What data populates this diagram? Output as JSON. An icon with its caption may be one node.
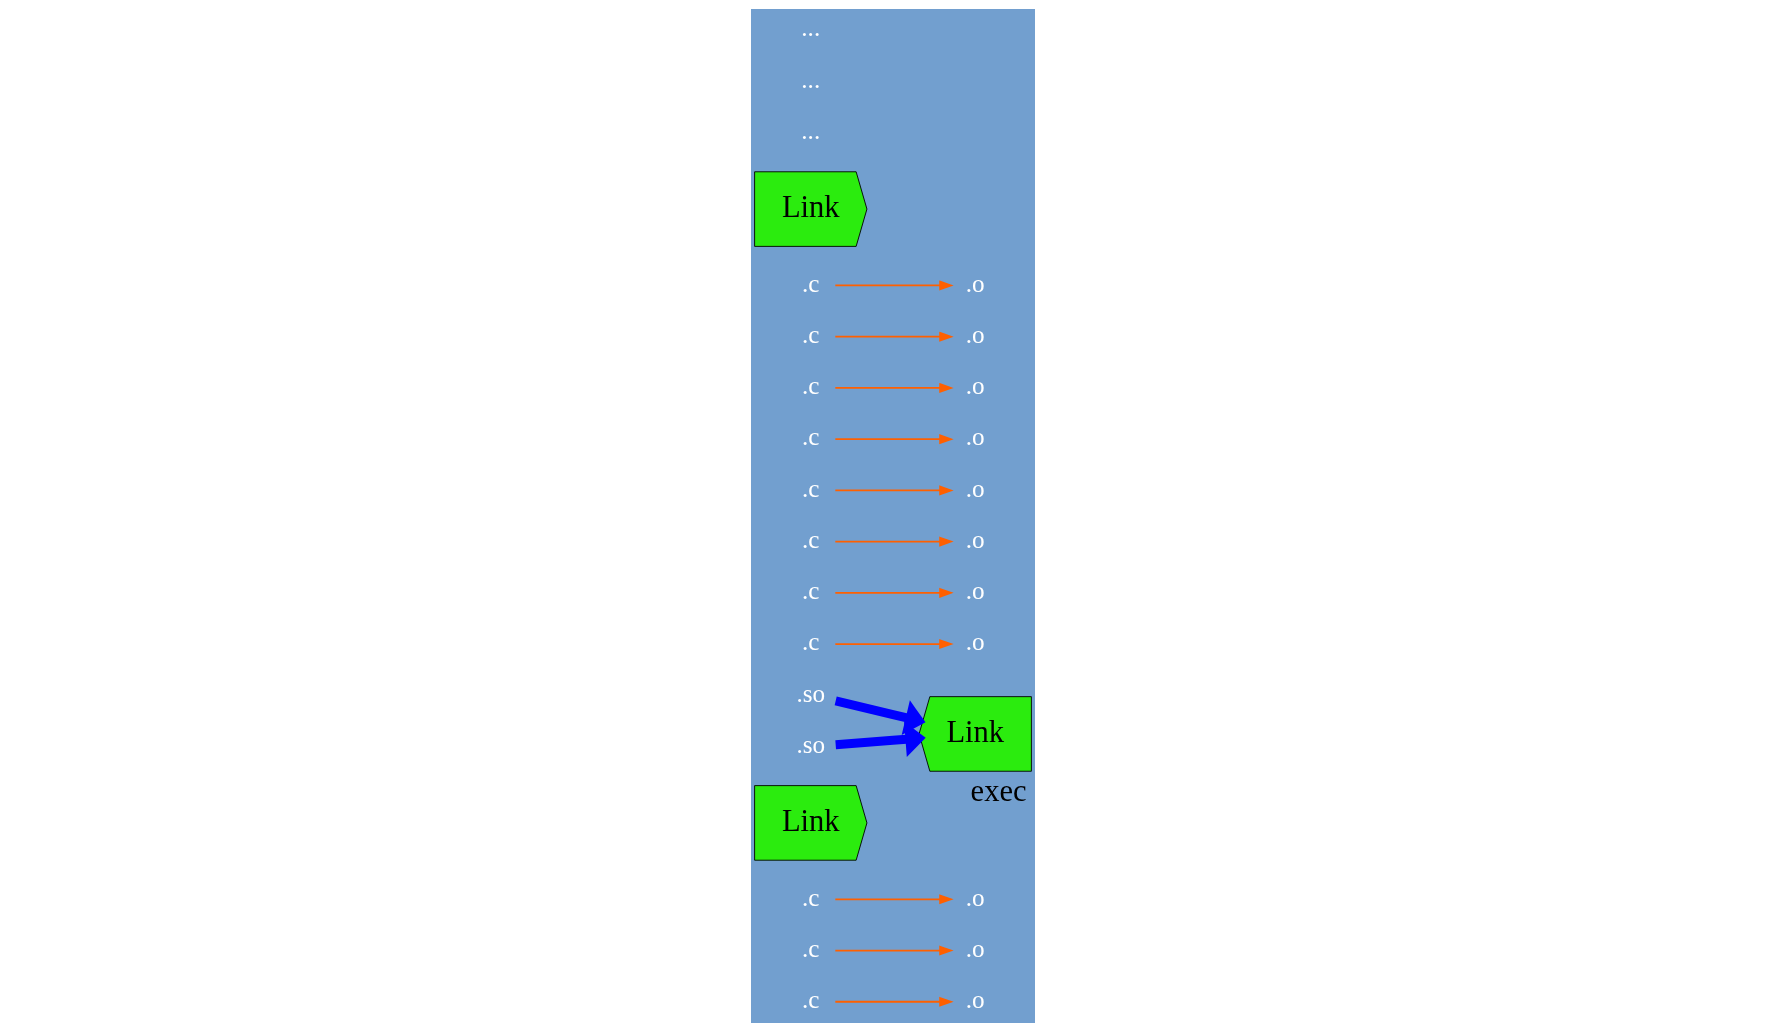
{
  "diagram": {
    "nodes": [
      {
        "text": [
          ".c"
        ]
      },
      {
        "text": [
          ".o"
        ]
      },
      {
        "text": [
          ".c"
        ]
      },
      {
        "text": [
          ".o"
        ]
      },
      {
        "text": [
          ".c"
        ]
      },
      {
        "text": [
          ".o"
        ]
      },
      {
        "text": [
          "Link"
        ]
      },
      {
        "text": [
          ".so"
        ]
      },
      {
        "text": [
          "Link"
        ],
        "beside": [
          "exec"
        ]
      },
      {
        "text": [
          ".o"
        ]
      },
      {
        "text": [
          ".c"
        ]
      },
      {
        "text": [
          ".o"
        ]
      },
      {
        "text": [
          ".c"
        ]
      },
      {
        "text": [
          ".o"
        ]
      },
      {
        "text": [
          ".c"
        ]
      },
      {
        "text": [
          ".o"
        ]
      },
      {
        "text": [
          ".c"
        ]
      },
      {
        "text": [
          ".o"
        ]
      },
      {
        "text": [
          ".c"
        ]
      },
      {
        "text": [
          ".c"
        ]
      },
      {
        "text": [
          ".o"
        ]
      },
      {
        "text": [
          ".c"
        ]
      },
      {
        "text": [
          ".o"
        ]
      },
      {
        "text": [
          ".c"
        ]
      },
      {
        "text": [
          ".o"
        ]
      },
      {
        "text": [
          "Link"
        ]
      },
      {
        "text": [
          ".so"
        ]
      }
    ],
    "edges": [
      {
        "from": 0,
        "to": 1,
        "arrow": "to"
      },
      {
        "from": 2,
        "to": 3,
        "arrow": "to"
      },
      {
        "from": 4,
        "to": 5,
        "arrow": "to"
      },
      {
        "from": 7,
        "to": 8,
        "arrow": "to",
        "style": "thick",
        "color": "#0000ff"
      },
      {
        "from": 10,
        "to": 9,
        "arrow": "to"
      },
      {
        "from": 12,
        "to": 11,
        "arrow": "to"
      },
      {
        "from": 14,
        "to": 13,
        "arrow": "to"
      },
      {
        "from": 16,
        "to": 15,
        "arrow": "to"
      },
      {
        "from": 18,
        "to": 17,
        "arrow": "to"
      },
      {
        "from": 19,
        "to": 20,
        "arrow": "to"
      },
      {
        "from": 21,
        "to": 22,
        "arrow": "to"
      },
      {
        "from": 23,
        "to": 24,
        "arrow": "to"
      },
      {
        "from": 26,
        "to": 8,
        "arrow": "to",
        "style": "thick",
        "color": "#0000ff"
      }
    ],
    "labels": [
      "...",
      "...",
      "..."
    ]
  }
}
